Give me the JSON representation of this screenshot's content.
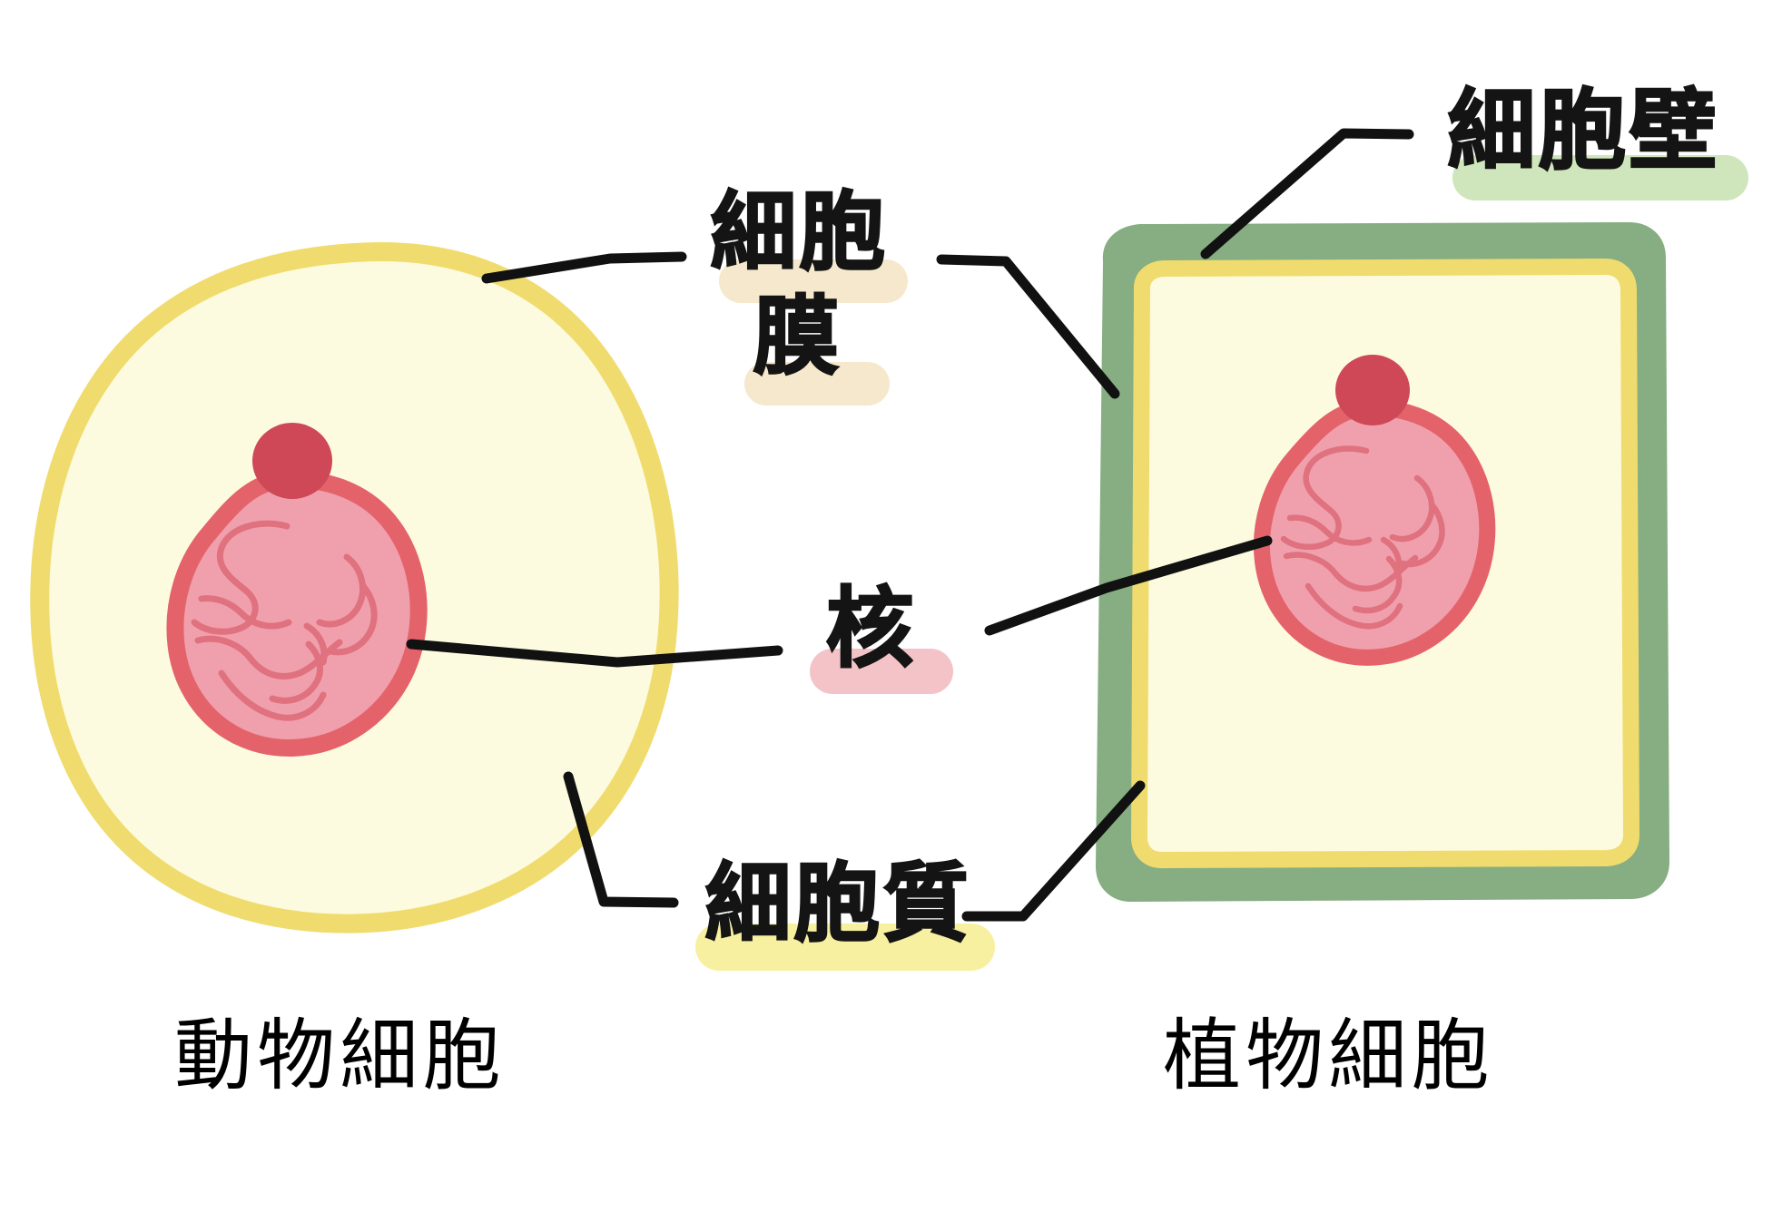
{
  "diagram": {
    "title_visible": false,
    "background_color": "#ffffff"
  },
  "palette": {
    "membrane_yellow": "#F0DC6E",
    "cytoplasm_cream": "#FDFBDF",
    "cell_wall_green": "#86AE82",
    "nucleus_rim": "#E4636B",
    "nucleus_fill": "#F0A0AC",
    "nucleolus": "#CE4857",
    "chromatin": "#E0717F",
    "leader_line": "#111111",
    "text_black": "#141414",
    "highlight_cream": "#F5E8CC",
    "highlight_green": "#CFE6BC",
    "highlight_pink": "#F4C3C7",
    "highlight_yellow": "#F7F0A0"
  },
  "labels": {
    "cell_membrane": {
      "line1": "細胞",
      "line2": "膜",
      "highlight": "#F5E8CC"
    },
    "cell_wall": {
      "text": "細胞壁",
      "highlight": "#CFE6BC"
    },
    "nucleus": {
      "text": "核",
      "highlight": "#F4C3C7"
    },
    "cytoplasm": {
      "text": "細胞質",
      "highlight": "#F7F0A0"
    }
  },
  "captions": {
    "animal_cell": "動物細胞",
    "plant_cell": "植物細胞"
  },
  "cells": {
    "animal": {
      "name": "動物細胞",
      "parts": [
        "細胞膜",
        "細胞質",
        "核"
      ]
    },
    "plant": {
      "name": "植物細胞",
      "parts": [
        "細胞壁",
        "細胞膜",
        "細胞質",
        "核"
      ]
    }
  }
}
